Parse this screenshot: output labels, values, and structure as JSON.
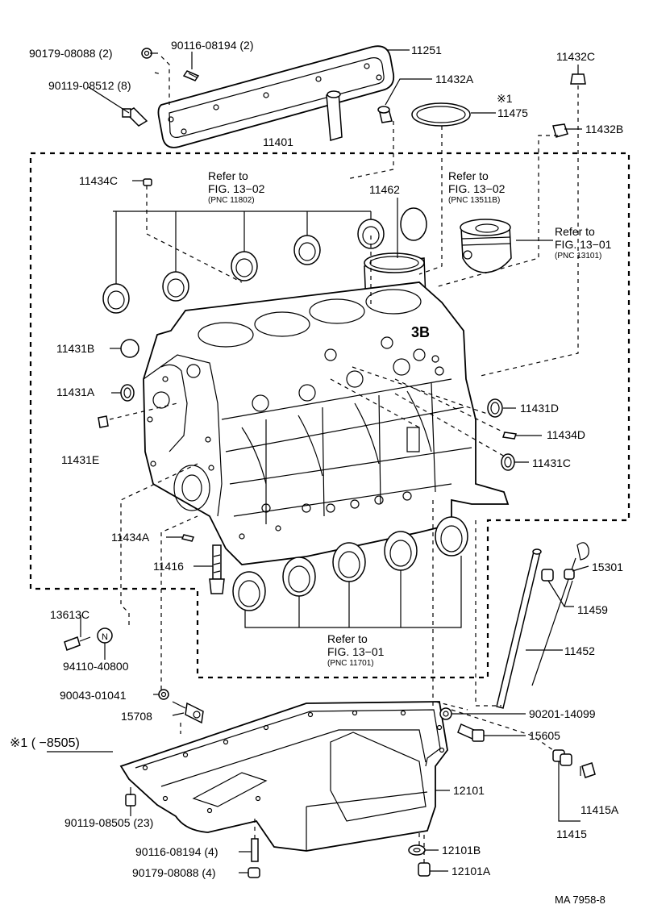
{
  "labels": {
    "p90179_08088_2": "90179-08088 (2)",
    "p90116_08194_2": "90116-08194 (2)",
    "p11251": "11251",
    "p90119_08512": "90119-08512 (8)",
    "p11432A": "11432A",
    "p11432C": "11432C",
    "note1_mark": "※1",
    "p11475": "11475",
    "p11432B": "11432B",
    "p11401": "11401",
    "p11434C": "11434C",
    "ref_a_line1": "Refer to",
    "ref_a_line2": "FIG. 13−02",
    "ref_a_pnc": "(PNC 11802)",
    "p11462": "11462",
    "ref_b_line1": "Refer to",
    "ref_b_line2": "FIG. 13−02",
    "ref_b_pnc": "(PNC 13511B)",
    "ref_c_line1": "Refer to",
    "ref_c_line2": "FIG. 13−01",
    "ref_c_pnc": "(PNC 13101)",
    "p11431B": "11431B",
    "p11431A": "11431A",
    "p11431E": "11431E",
    "p11431D": "11431D",
    "p11434D": "11434D",
    "p11431C": "11431C",
    "p11434A": "11434A",
    "p11416": "11416",
    "p15301": "15301",
    "p11459": "11459",
    "p11452": "11452",
    "p13613C": "13613C",
    "p94110_40800": "94110-40800",
    "ref_d_line1": "Refer to",
    "ref_d_line2": "FIG. 13−01",
    "ref_d_pnc": "(PNC 11701)",
    "p90043_01041": "90043-01041",
    "p15708": "15708",
    "p90201_14099": "90201-14099",
    "p15605": "15605",
    "note1_range": "※1 (      −8505)",
    "p12101": "12101",
    "p11415A": "11415A",
    "p11415": "11415",
    "p90119_08505": "90119-08505 (23)",
    "p90116_08194_4": "90116-08194 (4)",
    "p12101B": "12101B",
    "p90179_08088_4": "90179-08088 (4)",
    "p12101A": "12101A",
    "drawing_code": "MA  7958-8",
    "n_mark": "N",
    "cast_mark": "3B"
  }
}
